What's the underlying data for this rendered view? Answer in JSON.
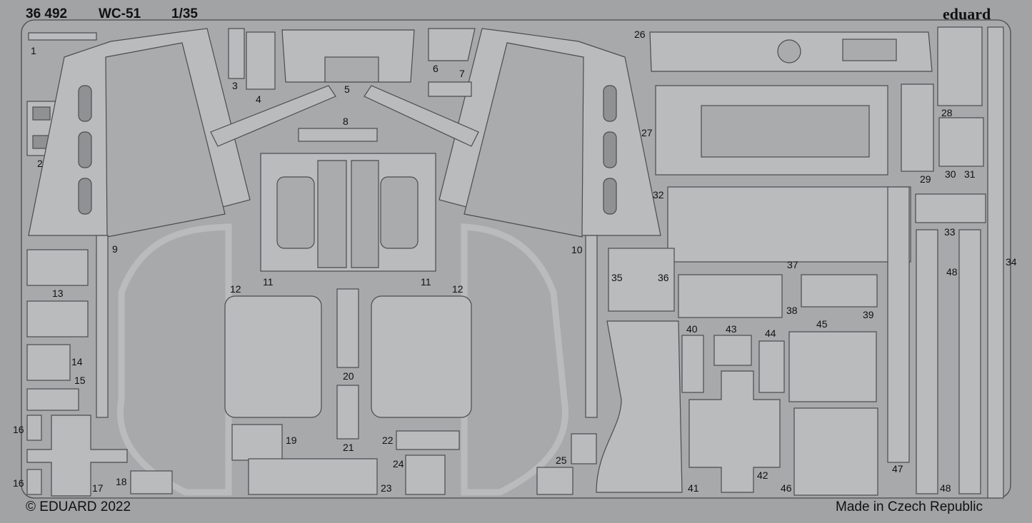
{
  "header": {
    "kit_number": "36 492",
    "model": "WC-51",
    "scale": "1/35"
  },
  "brand": "eduard",
  "footer": {
    "copyright": "© EDUARD 2022",
    "origin": "Made in Czech Republic"
  },
  "part_labels": {
    "p1": "1",
    "p2": "2",
    "p3": "3",
    "p4": "4",
    "p5": "5",
    "p6": "6",
    "p7": "7",
    "p8": "8",
    "p9": "9",
    "p10": "10",
    "p11a": "11",
    "p11b": "11",
    "p12a": "12",
    "p12b": "12",
    "p13": "13",
    "p14": "14",
    "p15": "15",
    "p16a": "16",
    "p16b": "16",
    "p17": "17",
    "p18": "18",
    "p19": "19",
    "p20": "20",
    "p21": "21",
    "p22": "22",
    "p23": "23",
    "p24": "24",
    "p25": "25",
    "p26": "26",
    "p27": "27",
    "p28": "28",
    "p29": "29",
    "p30": "30",
    "p31": "31",
    "p32": "32",
    "p33": "33",
    "p34": "34",
    "p35": "35",
    "p36": "36",
    "p37": "37",
    "p38": "38",
    "p39": "39",
    "p40": "40",
    "p41": "41",
    "p42": "42",
    "p43": "43",
    "p44": "44",
    "p45": "45",
    "p46": "46",
    "p47": "47",
    "p48a": "48",
    "p48b": "48"
  },
  "colors": {
    "fret": "#a1a3a5",
    "part_fill": "#b9bbbd",
    "part_stroke": "#4a4c4e",
    "etch_fill": "#8f9193",
    "text": "#111111"
  }
}
